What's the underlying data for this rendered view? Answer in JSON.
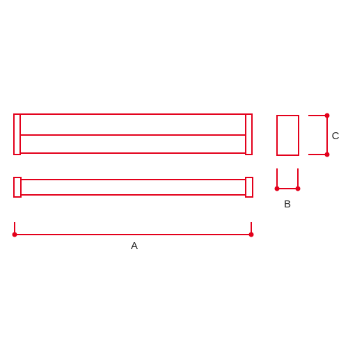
{
  "diagram": {
    "line_color": "#e3001b",
    "label_color": "#222222",
    "dimensions": {
      "a_label": "A",
      "b_label": "B",
      "c_label": "C"
    }
  }
}
